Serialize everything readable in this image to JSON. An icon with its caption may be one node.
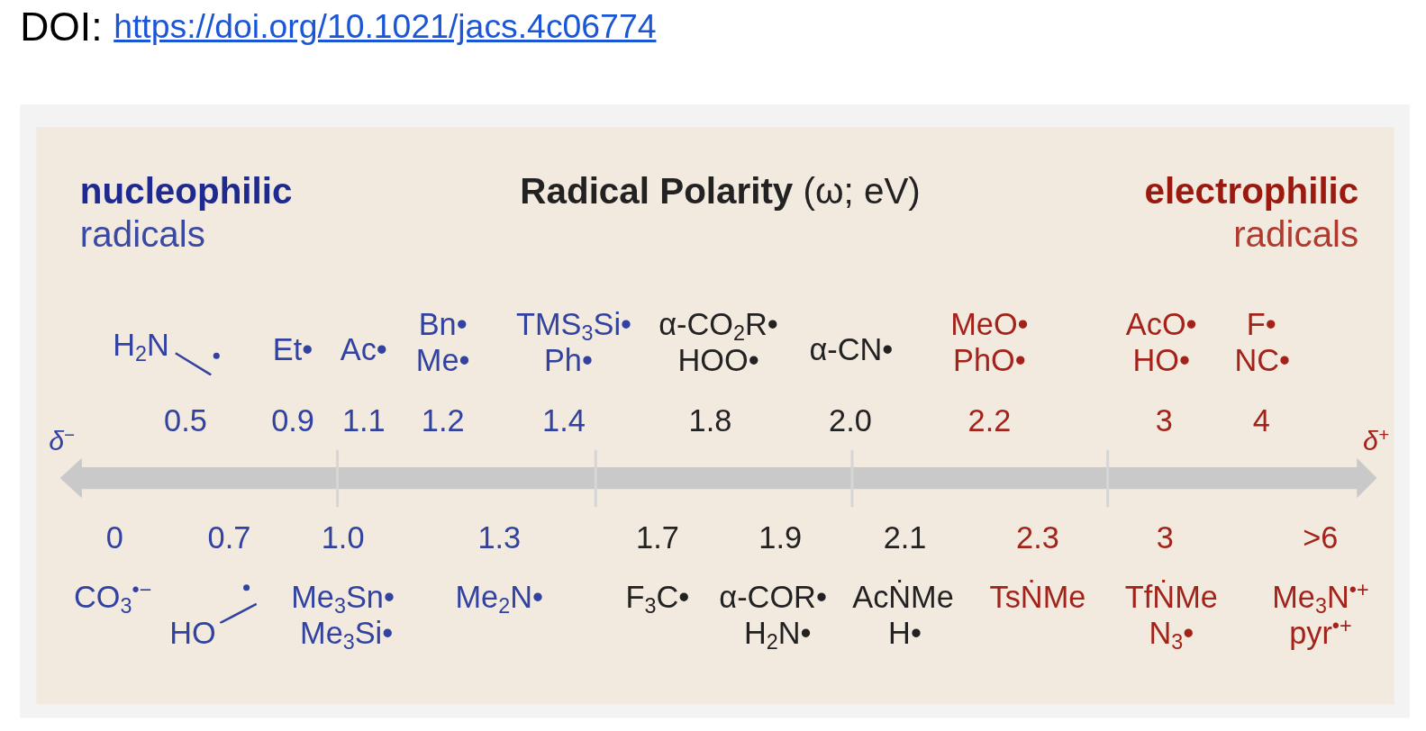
{
  "diagram": {
    "title": "**Radical Polarity** (ω; eV)",
    "labels": [
      "DOI:",
      "https://doi.org/10.1021/jacs.4c06774",
      "nucleophilic",
      "radicals",
      "electrophilic",
      "radicals",
      "H$_{2}$N",
      "Et•",
      "Ac•",
      "Bn•",
      "Me•",
      "TMS$_{3}$Si•",
      "Ph•",
      "α-CO$_{2}$R•",
      "HOO•",
      "α-CN•",
      "MeO•",
      "PhO•",
      "AcO•",
      "HO•",
      "F•",
      "NC•",
      "δ$^{−}$",
      "0.5",
      "0.9",
      "1.1",
      "1.2",
      "1.4",
      "1.8",
      "2.0",
      "2.2",
      "3",
      "4",
      "δ$^{+}$",
      "0",
      "0.7",
      "1.0",
      "1.3",
      "1.7",
      "1.9",
      "2.1",
      "2.3",
      "3",
      ">6",
      "CO$_{3}$$^{•−}$",
      "HO",
      "Me$_{3}$Sn•",
      "Me$_{3}$Si•",
      "Me$_{2}$N•",
      "F$_{3}$C•",
      "α-COR•",
      "H$_{2}$N•",
      "AcṄMe",
      "H•",
      "TsṄMe",
      "TfṄMe",
      "N$_{3}$•",
      "Me$_{3}$N$^{•+}$",
      "pyr$^{•+}$"
    ]
  }
}
